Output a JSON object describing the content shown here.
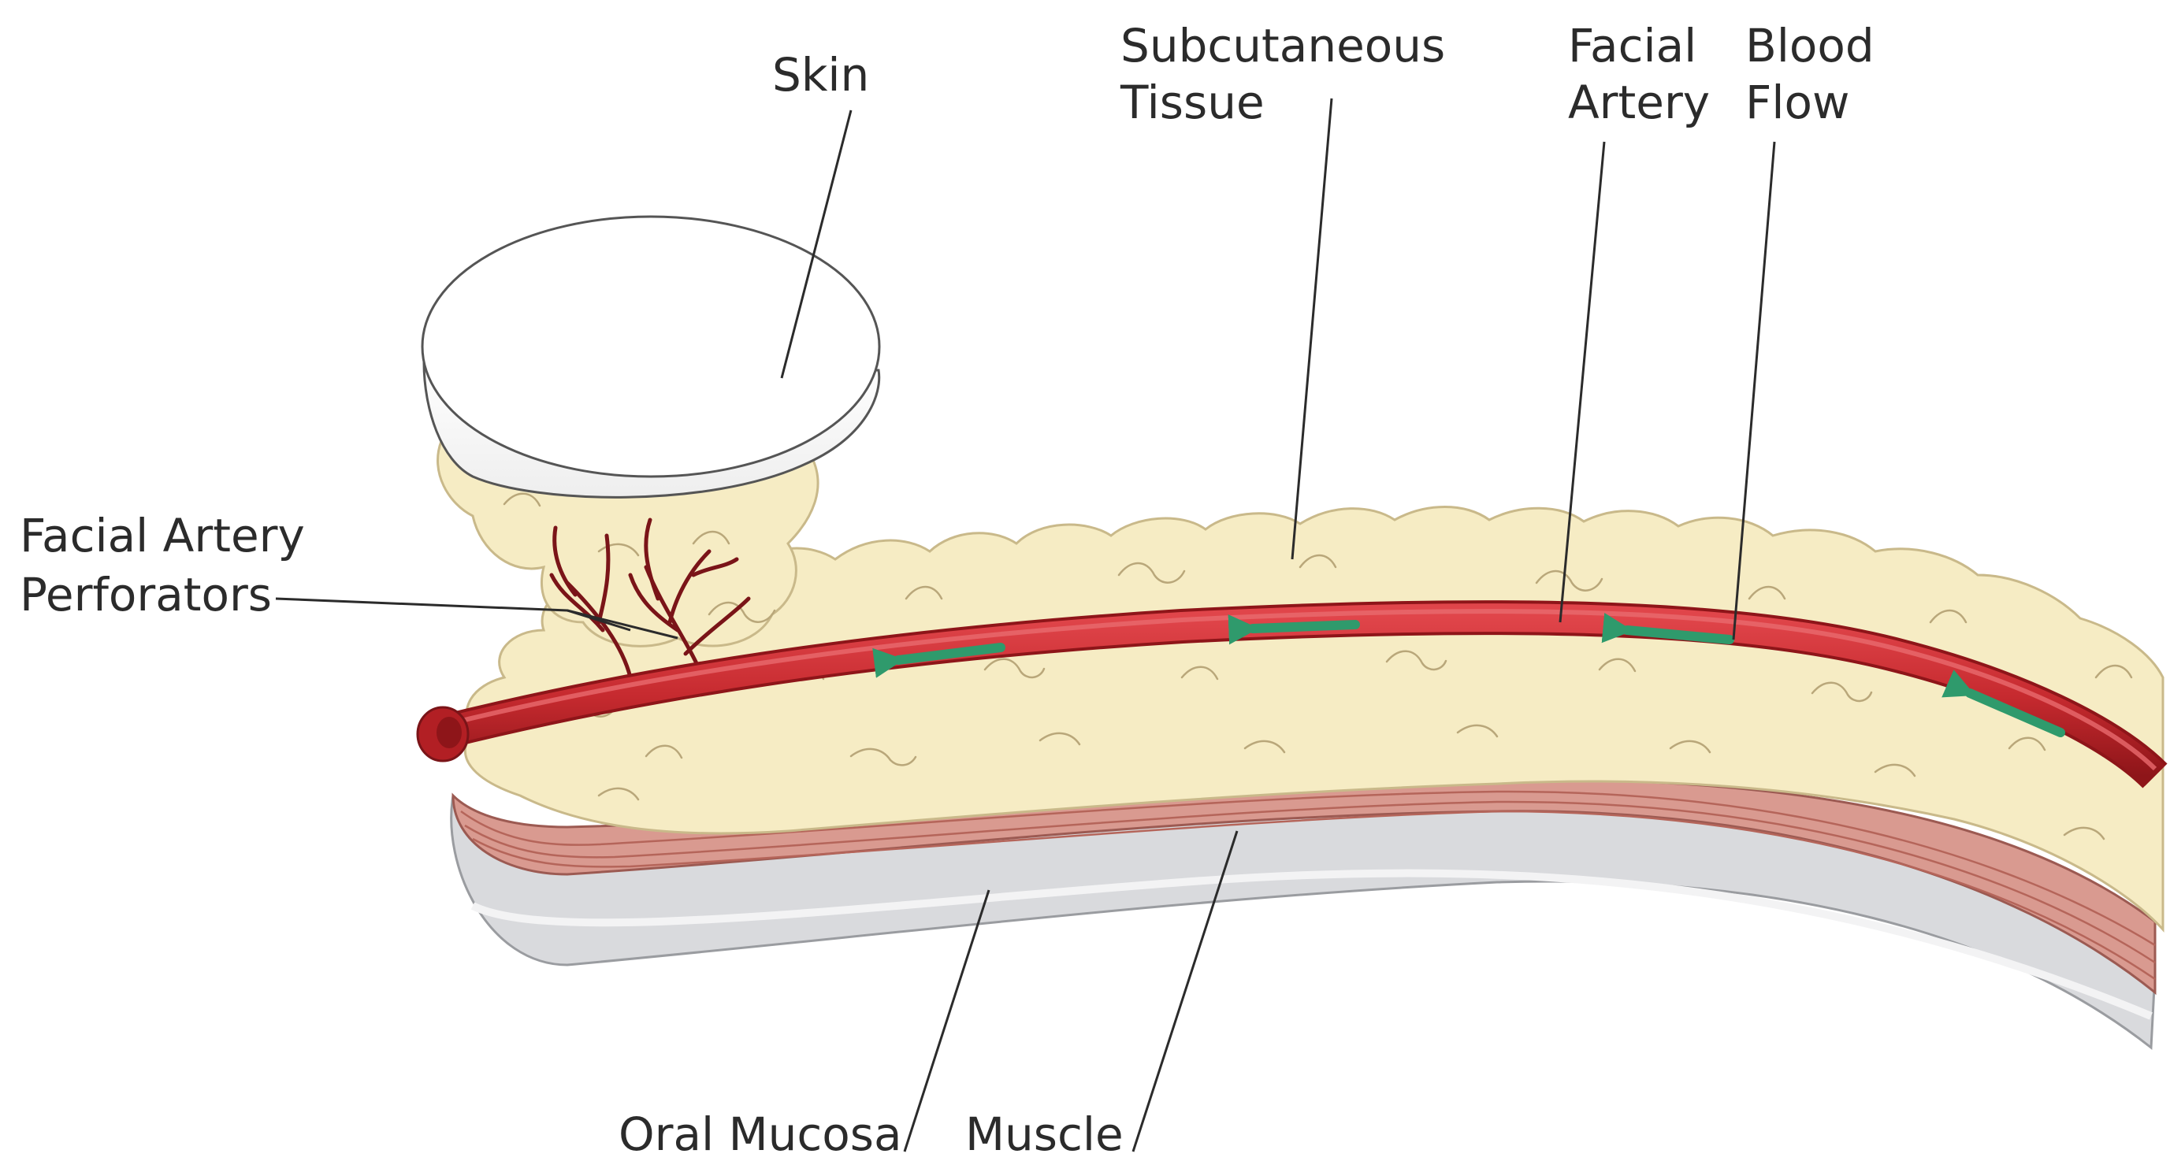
{
  "diagram": {
    "labels": {
      "skin": "Skin",
      "subcutaneous_line1": "Subcutaneous",
      "subcutaneous_line2": "Tissue",
      "facial_artery_line1": "Facial",
      "facial_artery_line2": "Artery",
      "blood_flow_line1": "Blood",
      "blood_flow_line2": "Flow",
      "perforators_line1": "Facial Artery",
      "perforators_line2": "Perforators",
      "oral_mucosa": "Oral Mucosa",
      "muscle": "Muscle"
    },
    "colors": {
      "fat_fill": "#f6ecc4",
      "fat_outline": "#c9b98a",
      "artery": "#c62a2f",
      "artery_dark": "#8e1519",
      "flow_arrow": "#2f9a6c",
      "muscle": "#d99a90",
      "mucosa": "#d9dadd",
      "label_text": "#2b2b2b"
    }
  }
}
